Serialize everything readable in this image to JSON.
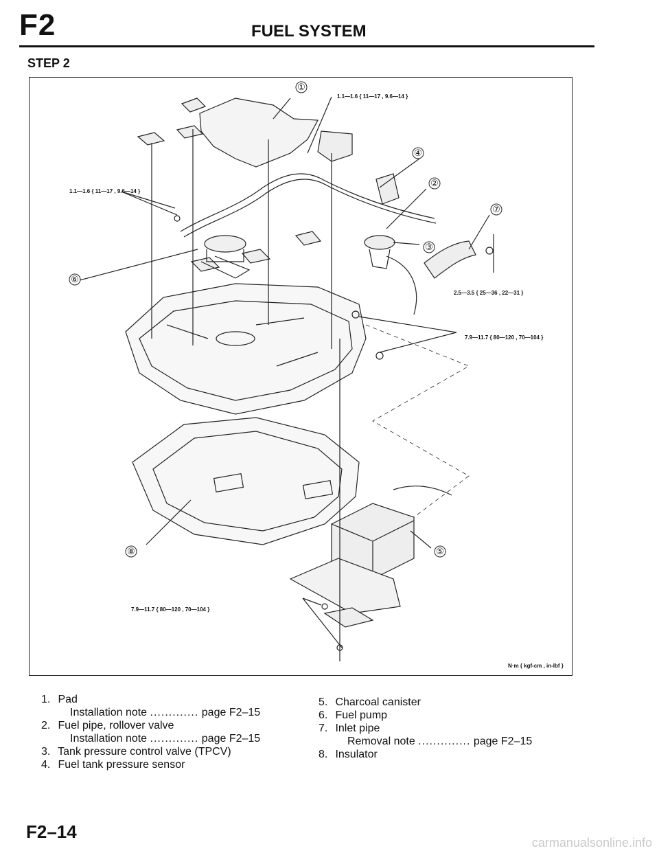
{
  "header": {
    "section_code": "F2",
    "section_title": "FUEL SYSTEM",
    "step": "STEP 2"
  },
  "figure": {
    "callouts": [
      "①",
      "②",
      "③",
      "④",
      "⑤",
      "⑥",
      "⑦",
      "⑧"
    ],
    "torque_labels": {
      "t1": "1.1—1.6 { 11—17 , 9.6—14 }",
      "t2": "1.1—1.6 { 11—17 , 9.6—14 }",
      "t3": "2.5—3.5 { 25—36 , 22—31 }",
      "t4": "7.9—11.7 { 80—120 , 70—104 }",
      "t5": "7.9—11.7 { 80—120 , 70—104 }"
    },
    "units": "N·m { kgf-cm , in-lbf }"
  },
  "parts_left": [
    {
      "num": "1.",
      "name": "Pad"
    },
    {
      "sub": "Installation note",
      "dots": ".............",
      "ref": "page F2–15"
    },
    {
      "num": "2.",
      "name": "Fuel pipe, rollover valve"
    },
    {
      "sub": "Installation note",
      "dots": ".............",
      "ref": "page F2–15"
    },
    {
      "num": "3.",
      "name": "Tank pressure control valve (TPCV)"
    },
    {
      "num": "4.",
      "name": "Fuel tank pressure sensor"
    }
  ],
  "parts_right": [
    {
      "num": "5.",
      "name": "Charcoal canister"
    },
    {
      "num": "6.",
      "name": "Fuel pump"
    },
    {
      "num": "7.",
      "name": "Inlet pipe"
    },
    {
      "sub": "Removal note",
      "dots": "..............",
      "ref": "page F2–15"
    },
    {
      "num": "8.",
      "name": "Insulator"
    }
  ],
  "footer": {
    "page_number": "F2–14",
    "watermark": "carmanualsonline.info"
  }
}
